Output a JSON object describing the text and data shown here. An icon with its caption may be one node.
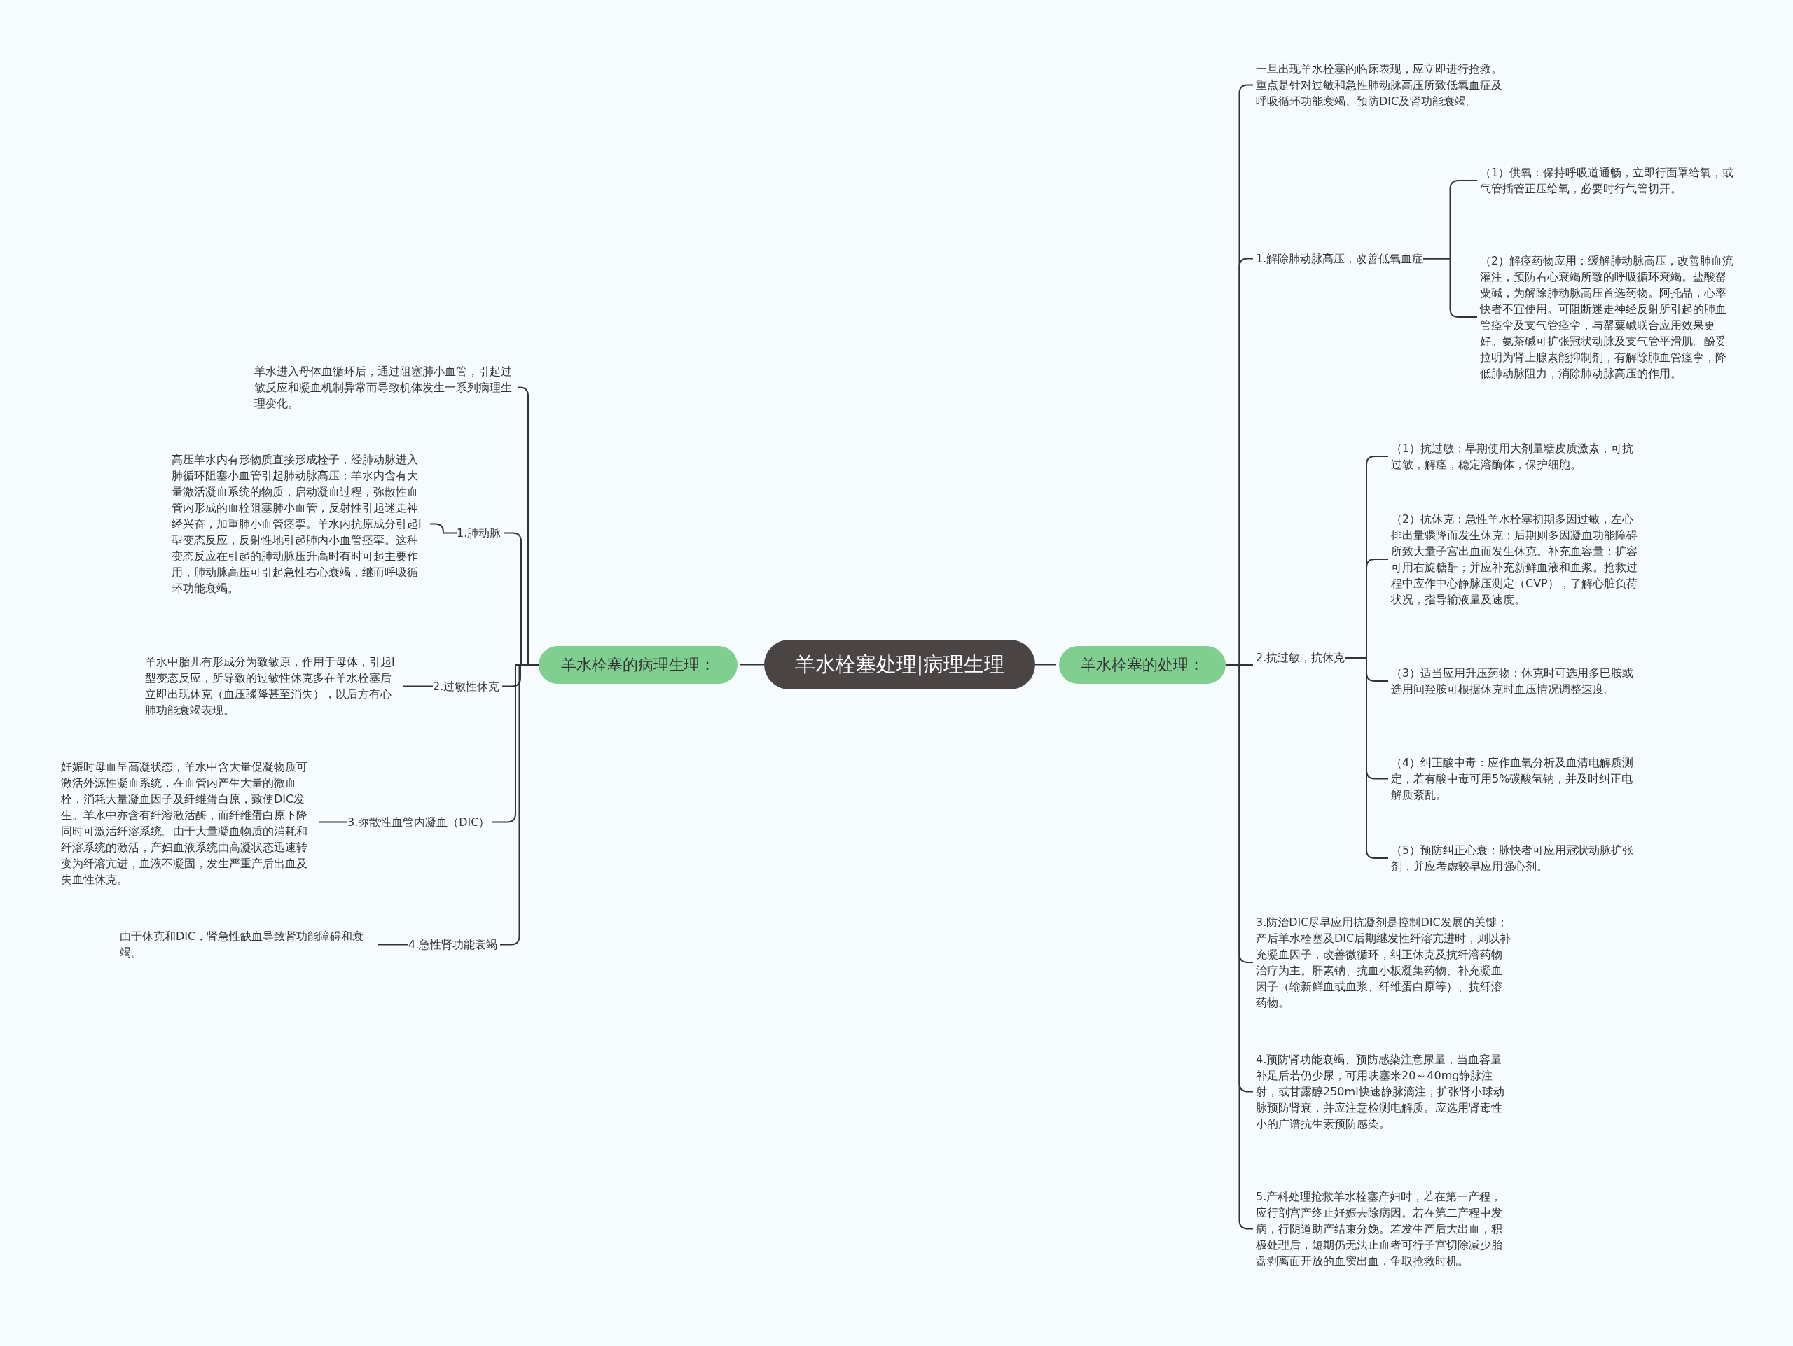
{
  "diagram": {
    "nodes": [
      {
        "text": [
          "羊水栓塞处理|病理生理"
        ]
      },
      {
        "text": [
          "羊水栓塞的病理生理："
        ]
      },
      {
        "text": [
          "羊水栓塞的处理："
        ]
      },
      {
        "text": [
          "羊水进入母体血循环后，通过阻塞肺小血管，引起过敏反应和凝血机制异常而导致机体发生一系列病理生理变化。"
        ]
      },
      {
        "text": [
          "1.肺动脉"
        ]
      },
      {
        "text": [
          "高压羊水内有形物质直接形成栓子，经肺动脉进入肺循环阻塞小血管引起肺动脉高压；羊水内含有大量激活凝血系统的物质，启动凝血过程，弥散性血管内形成的血栓阻塞肺小血管，反射性引起迷走神经兴奋，加重肺小血管痉挛。羊水内抗原成分引起Ⅰ型变态反应，反射性地引起肺内小血管痉挛。这种变态反应在引起的肺动脉压升高时有时可起主要作用，肺动脉高压可引起急性右心衰竭，继而呼吸循环功能衰竭。"
        ]
      },
      {
        "text": [
          "2.过敏性休克"
        ]
      },
      {
        "text": [
          "羊水中胎儿有形成分为致敏原，作用于母体，引起Ⅰ型变态反应，所导致的过敏性休克多在羊水栓塞后立即出现休克（血压骤降甚至消失），以后方有心肺功能衰竭表现。"
        ]
      },
      {
        "text": [
          "3.弥散性血管内凝血（DIC）"
        ]
      },
      {
        "text": [
          "妊娠时母血呈高凝状态，羊水中含大量促凝物质可激活外源性凝血系统，在血管内产生大量的微血栓，消耗大量凝血因子及纤维蛋白原，致使DIC发生。羊水中亦含有纤溶激活酶，而纤维蛋白原下降同时可激活纤溶系统。由于大量凝血物质的消耗和纤溶系统的激活，产妇血液系统由高凝状态迅速转变为纤溶亢进，血液不凝固，发生严重产后出血及失血性休克。"
        ]
      },
      {
        "text": [
          "4.急性肾功能衰竭"
        ]
      },
      {
        "text": [
          "由于休克和DIC，肾急性缺血导致肾功能障碍和衰竭。"
        ]
      },
      {
        "text": [
          "一旦出现羊水栓塞的临床表现，应立即进行抢救。重点是针对过敏和急性肺动脉高压所致低氧血症及呼吸循环功能衰竭、预防DIC及肾功能衰竭。"
        ]
      },
      {
        "text": [
          "1.解除肺动脉高压，改善低氧血症"
        ]
      },
      {
        "text": [
          "（1）供氧：保持呼吸道通畅，立即行面罩给氧，或气管插管正压给氧，必要时行气管切开。"
        ]
      },
      {
        "text": [
          "（2）解痉药物应用：缓解肺动脉高压，改善肺血流灌注，预防右心衰竭所致的呼吸循环衰竭。盐酸罂粟碱，为解除肺动脉高压首选药物。阿托品，心率快者不宜使用。可阻断迷走神经反射所引起的肺血管痉挛及支气管痉挛，与罂粟碱联合应用效果更好。氨茶碱可扩张冠状动脉及支气管平滑肌。酚妥拉明为肾上腺素能抑制剂，有解除肺血管痉挛，降低肺动脉阻力，消除肺动脉高压的作用。"
        ]
      },
      {
        "text": [
          "2.抗过敏，抗休克"
        ]
      },
      {
        "text": [
          "（1）抗过敏：早期使用大剂量糖皮质激素，可抗过敏，解痉，稳定溶酶体，保护细胞。"
        ]
      },
      {
        "text": [
          "（2）抗休克：急性羊水栓塞初期多因过敏，左心排出量骤降而发生休克；后期则多因凝血功能障碍所致大量子宫出血而发生休克。补充血容量：扩容可用右旋糖酐；并应补充新鲜血液和血浆。抢救过程中应作中心静脉压测定（CVP），了解心脏负荷状况，指导输液量及速度。"
        ]
      },
      {
        "text": [
          "（3）适当应用升压药物：休克时可选用多巴胺或选用间羟胺可根据休克时血压情况调整速度。"
        ]
      },
      {
        "text": [
          "（4）纠正酸中毒：应作血氧分析及血清电解质测定，若有酸中毒可用5%碳酸氢钠，并及时纠正电解质紊乱。"
        ]
      },
      {
        "text": [
          "（5）预防纠正心衰：脉快者可应用冠状动脉扩张剂，并应考虑较早应用强心剂。"
        ]
      },
      {
        "text": [
          "3.防治DIC尽早应用抗凝剂是控制DIC发展的关键；产后羊水栓塞及DIC后期继发性纤溶亢进时，则以补充凝血因子，改善微循环，纠正休克及抗纤溶药物治疗为主。肝素钠、抗血小板凝集药物、补充凝血因子（输新鲜血或血浆、纤维蛋白原等）、抗纤溶药物。"
        ]
      },
      {
        "text": [
          "4.预防肾功能衰竭、预防感染注意尿量，当血容量补足后若仍少尿，可用呋塞米20～40mg静脉注射，或甘露醇250ml快速静脉滴注，扩张肾小球动脉预防肾衰，并应注意检测电解质。应选用肾毒性小的广谱抗生素预防感染。"
        ]
      },
      {
        "text": [
          "5.产科处理抢救羊水栓塞产妇时，若在第一产程，应行剖宫产终止妊娠去除病因。若在第二产程中发病，行阴道助产结束分娩。若发生产后大出血，积极处理后，短期仍无法止血者可行子宫切除减少胎盘剥离面开放的血窦出血，争取抢救时机。"
        ]
      }
    ],
    "edges": [
      {
        "from": 0,
        "to": 1,
        "arrow": "none"
      },
      {
        "from": 0,
        "to": 2,
        "arrow": "none"
      },
      {
        "from": 1,
        "to": 3,
        "arrow": "none"
      },
      {
        "from": 1,
        "to": 4,
        "arrow": "none"
      },
      {
        "from": 4,
        "to": 5,
        "arrow": "none"
      },
      {
        "from": 1,
        "to": 6,
        "arrow": "none"
      },
      {
        "from": 6,
        "to": 7,
        "arrow": "none"
      },
      {
        "from": 1,
        "to": 8,
        "arrow": "none"
      },
      {
        "from": 8,
        "to": 9,
        "arrow": "none"
      },
      {
        "from": 1,
        "to": 10,
        "arrow": "none"
      },
      {
        "from": 10,
        "to": 11,
        "arrow": "none"
      },
      {
        "from": 2,
        "to": 12,
        "arrow": "none"
      },
      {
        "from": 2,
        "to": 13,
        "arrow": "none"
      },
      {
        "from": 13,
        "to": 14,
        "arrow": "none"
      },
      {
        "from": 13,
        "to": 15,
        "arrow": "none"
      },
      {
        "from": 2,
        "to": 16,
        "arrow": "none"
      },
      {
        "from": 16,
        "to": 17,
        "arrow": "none"
      },
      {
        "from": 16,
        "to": 18,
        "arrow": "none"
      },
      {
        "from": 16,
        "to": 19,
        "arrow": "none"
      },
      {
        "from": 16,
        "to": 20,
        "arrow": "none"
      },
      {
        "from": 16,
        "to": 21,
        "arrow": "none"
      },
      {
        "from": 2,
        "to": 22,
        "arrow": "none"
      },
      {
        "from": 2,
        "to": 23,
        "arrow": "none"
      },
      {
        "from": 2,
        "to": 24,
        "arrow": "none"
      }
    ]
  }
}
